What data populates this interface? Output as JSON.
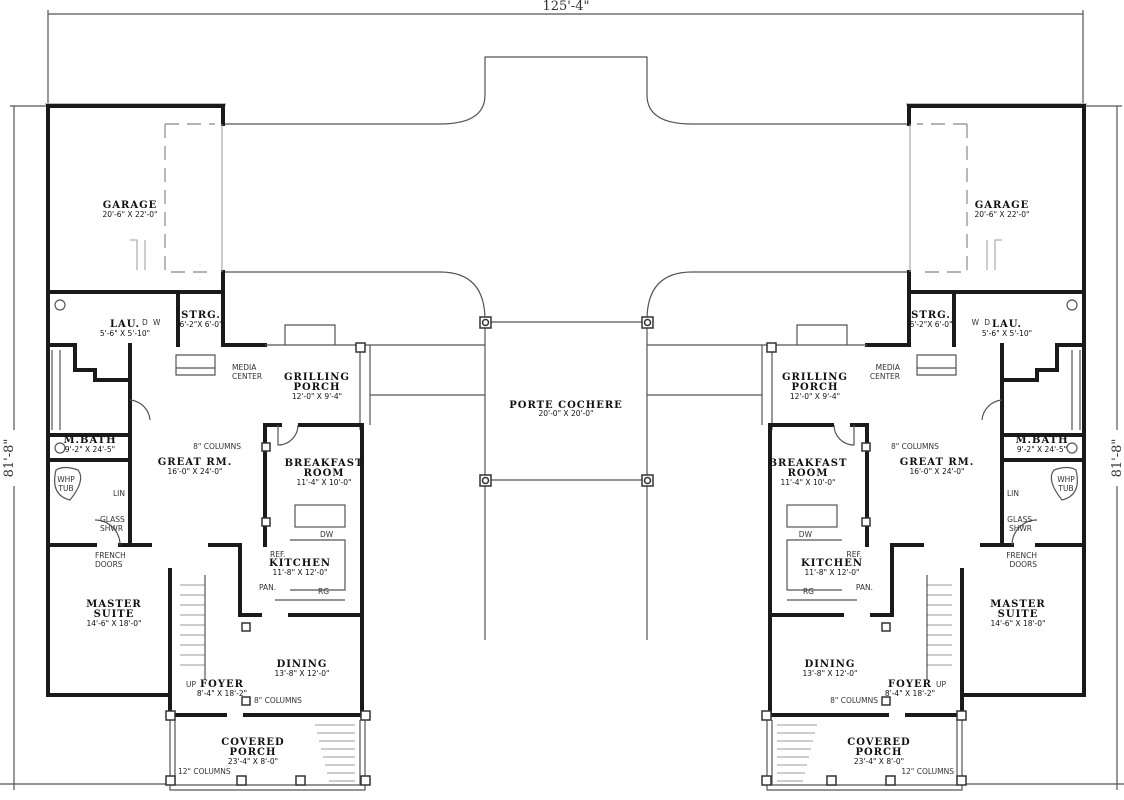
{
  "dimensions": {
    "overall_width": "125'-4\"",
    "overall_depth": "81'-8\""
  },
  "porte_cochere": {
    "name": "PORTE COCHERE",
    "size": "20'-0\" X 20'-0\""
  },
  "unit_rooms": [
    {
      "name": [
        "GARAGE"
      ],
      "size": "20'-6\" X 22'-0\""
    },
    {
      "name": [
        "LAU."
      ],
      "size": "5'-6\" X 5'-10\""
    },
    {
      "name": [
        "STRG."
      ],
      "size": "6'-2\"X 6'-0\""
    },
    {
      "name": [
        "GRILLING",
        "PORCH"
      ],
      "size": "12'-0\" X 9'-4\""
    },
    {
      "name": [
        "M.BATH"
      ],
      "size": "9'-2\" X 24'-5\""
    },
    {
      "name": [
        "GREAT RM."
      ],
      "size": "16'-0\" X 24'-0\""
    },
    {
      "name": [
        "BREAKFAST",
        "ROOM"
      ],
      "size": "11'-4\" X 10'-0\""
    },
    {
      "name": [
        "KITCHEN"
      ],
      "size": "11'-8\" X 12'-0\""
    },
    {
      "name": [
        "MASTER",
        "SUITE"
      ],
      "size": "14'-6\" X 18'-0\""
    },
    {
      "name": [
        "DINING"
      ],
      "size": "13'-8\" X 12'-0\""
    },
    {
      "name": [
        "FOYER"
      ],
      "size": "8'-4\" X 18'-2\""
    },
    {
      "name": [
        "COVERED",
        "PORCH"
      ],
      "size": "23'-4\" X 8'-0\""
    }
  ],
  "unit_notes": {
    "media_center": [
      "MEDIA",
      "CENTER"
    ],
    "columns_8": "8\" COLUMNS",
    "columns_12": "12\" COLUMNS",
    "french_doors": [
      "FRENCH",
      "DOORS"
    ],
    "ref": "REF.",
    "pan": "PAN.",
    "range": "RG",
    "dishwasher": "DW",
    "dryer": "D",
    "washer": "W",
    "whp_tub": [
      "WHP",
      "TUB"
    ],
    "linen": "LIN",
    "glass_shower": [
      "GLASS",
      "SHWR"
    ],
    "stairs_up": "UP"
  }
}
